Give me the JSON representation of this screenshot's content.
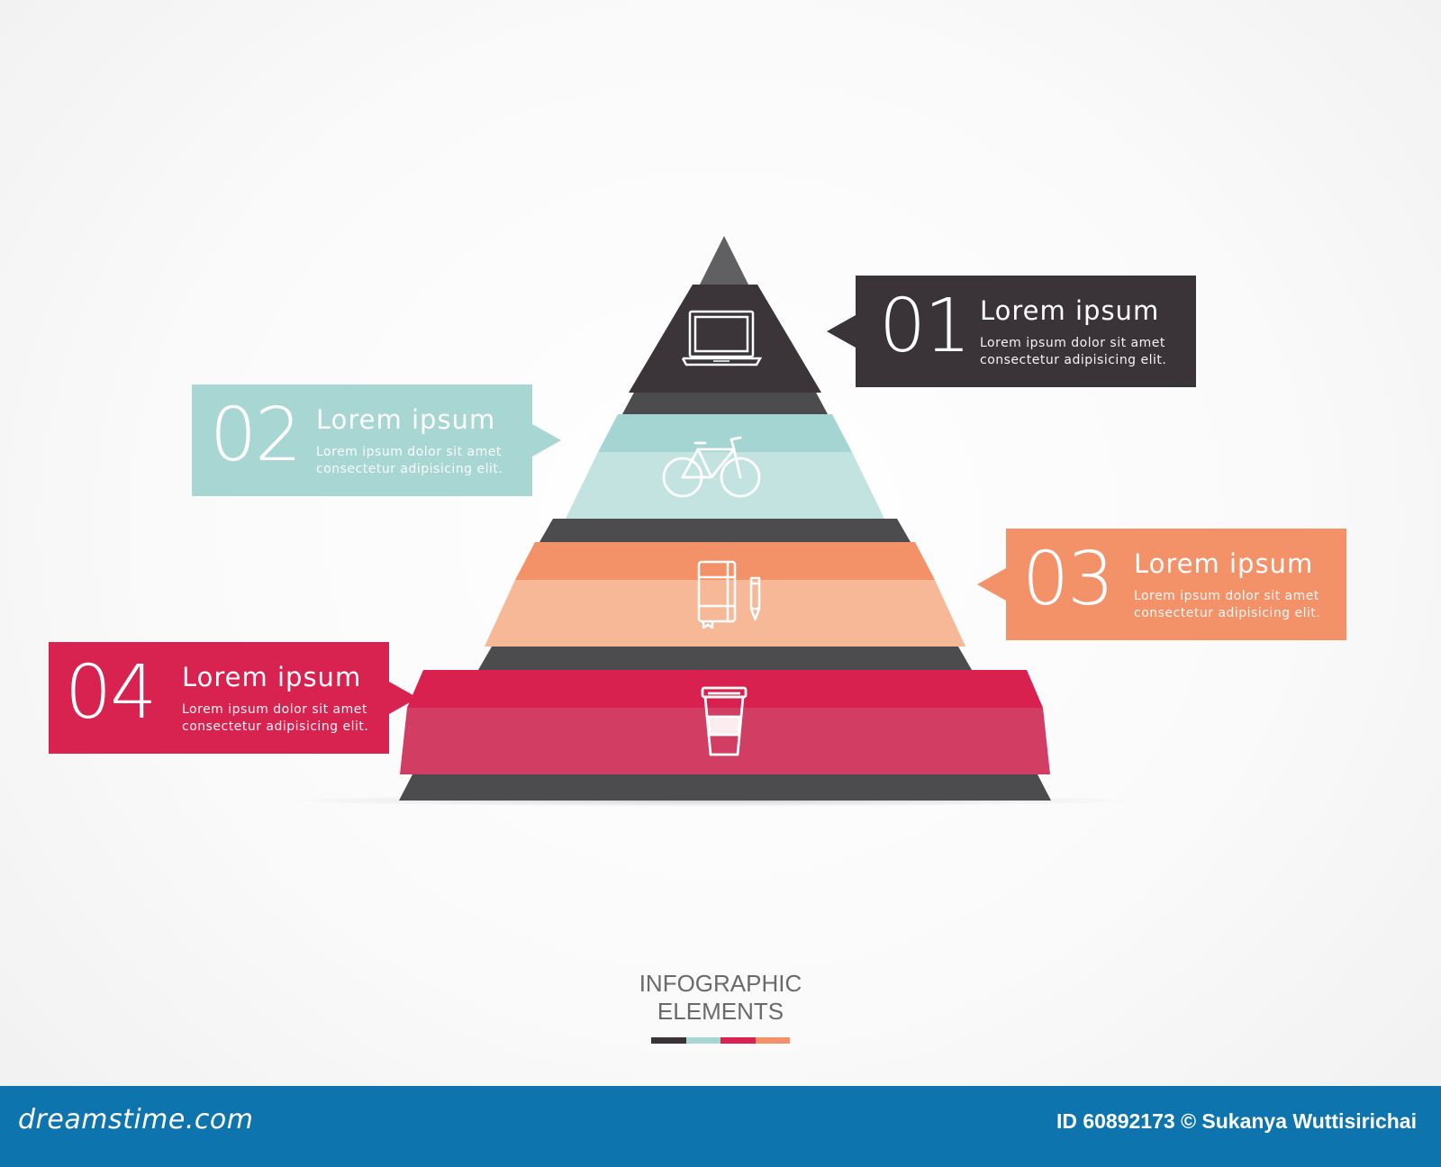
{
  "colors": {
    "level1": "#3a3337",
    "level2": "#a7d6d3",
    "level3": "#f39269",
    "level4": "#d82350",
    "separator": "#4b4b4d",
    "footer_bar": "#0d74ae"
  },
  "pyramid": {
    "levels": [
      {
        "icon": "laptop-icon"
      },
      {
        "icon": "bicycle-icon"
      },
      {
        "icon": "notebook-pencil-icon"
      },
      {
        "icon": "coffee-cup-icon"
      }
    ]
  },
  "callouts": [
    {
      "number": "01",
      "heading": "Lorem ipsum",
      "line1": "Lorem ipsum dolor sit amet",
      "line2": "consectetur adipisicing elit.",
      "color": "#3a3337"
    },
    {
      "number": "02",
      "heading": "Lorem ipsum",
      "line1": "Lorem ipsum dolor sit amet",
      "line2": "consectetur adipisicing elit.",
      "color": "#a7d6d3"
    },
    {
      "number": "03",
      "heading": "Lorem ipsum",
      "line1": "Lorem ipsum dolor sit amet",
      "line2": "consectetur adipisicing elit.",
      "color": "#f39269"
    },
    {
      "number": "04",
      "heading": "Lorem ipsum",
      "line1": "Lorem ipsum dolor sit amet",
      "line2": "consectetur adipisicing elit.",
      "color": "#d82350"
    }
  ],
  "footer": {
    "title_line1": "INFOGRAPHIC",
    "title_line2": "ELEMENTS",
    "swatches": [
      "#3a3337",
      "#a7d6d3",
      "#d82350",
      "#f39269"
    ]
  },
  "watermark": {
    "brand": "dreamstime.com",
    "credit": "ID 60892173 © Sukanya Wuttisirichai"
  }
}
